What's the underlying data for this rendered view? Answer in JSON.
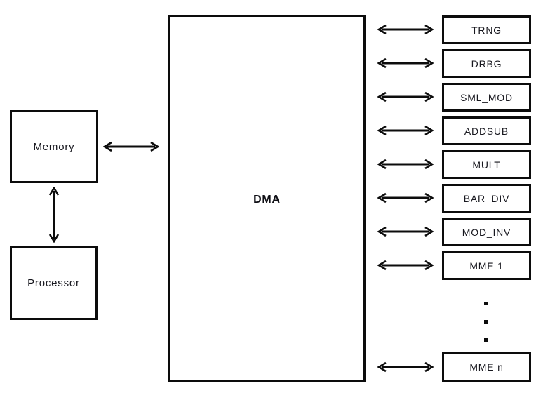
{
  "diagram": {
    "memory": {
      "label": "Memory"
    },
    "processor": {
      "label": "Processor"
    },
    "dma": {
      "label": "DMA"
    },
    "peripherals": [
      {
        "label": "TRNG"
      },
      {
        "label": "DRBG"
      },
      {
        "label": "SML_MOD"
      },
      {
        "label": "ADDSUB"
      },
      {
        "label": "MULT"
      },
      {
        "label": "BAR_DIV"
      },
      {
        "label": "MOD_INV"
      },
      {
        "label": "MME 1"
      },
      {
        "label": "MME n"
      }
    ],
    "connections": [
      "Memory <-> DMA",
      "Memory <-> Processor",
      "DMA <-> TRNG",
      "DMA <-> DRBG",
      "DMA <-> SML_MOD",
      "DMA <-> ADDSUB",
      "DMA <-> MULT",
      "DMA <-> BAR_DIV",
      "DMA <-> MOD_INV",
      "DMA <-> MME 1",
      "DMA <-> MME n"
    ],
    "icons": {
      "double_arrow": "↔",
      "vertical_ellipsis": "⋮"
    }
  },
  "colors": {
    "background": "#ffffff",
    "line": "#0c0c0c",
    "text": "#17171e"
  }
}
